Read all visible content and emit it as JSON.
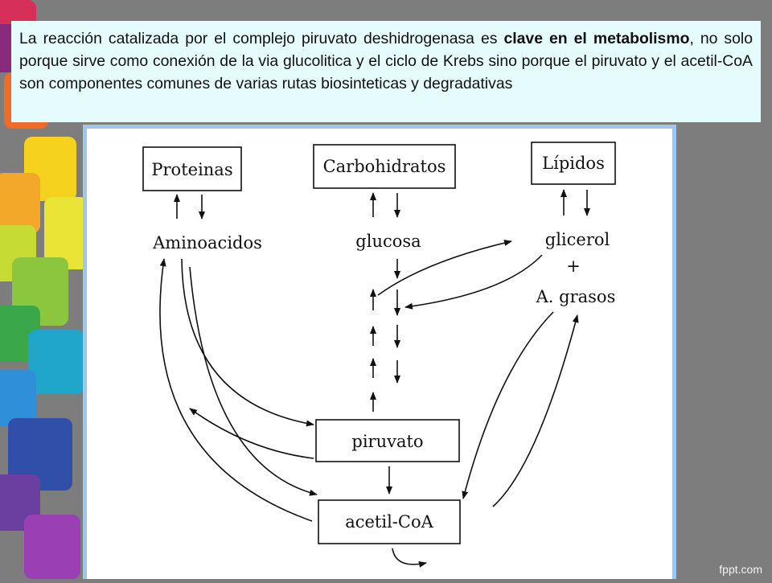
{
  "caption": {
    "part1": "La reacción catalizada por el complejo piruvato deshidrogenasa es ",
    "bold1": "clave en el metabolismo",
    "part2": ", no solo porque sirve como conexión de la via glucolitica y el ciclo de Krebs sino porque el piruvato y el acetil-CoA son componentes comunes de varias rutas biosinteticas y degradativas"
  },
  "diagram": {
    "proteinas": "Proteinas",
    "carbohidratos": "Carbohidratos",
    "lipidos": "Lípidos",
    "aminoacidos": "Aminoacidos",
    "glucosa": "glucosa",
    "glicerol": "glicerol",
    "plus": "+",
    "agrasos": "A. grasos",
    "piruvato": "piruvato",
    "acetilcoa": "acetil-CoA"
  },
  "watermark": "fppt.com"
}
